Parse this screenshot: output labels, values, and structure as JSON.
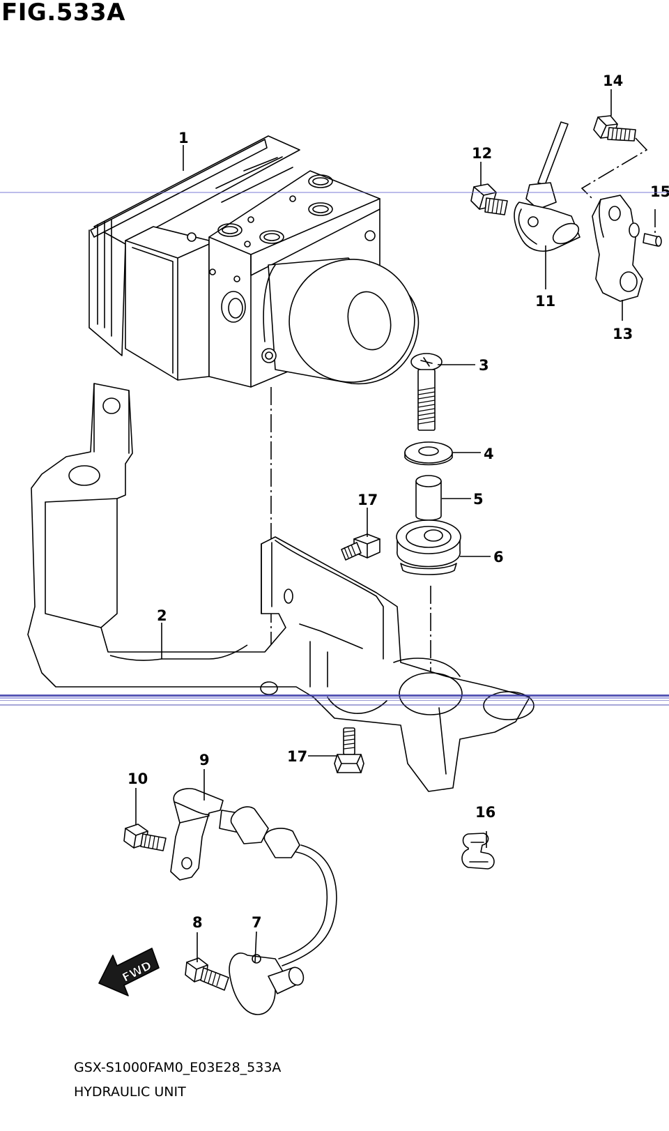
{
  "figure": {
    "title": "FIG.533A",
    "model_code": "GSX-S1000FAM0_E03E28_533A",
    "section_title": "HYDRAULIC UNIT",
    "direction_label": "FWD"
  },
  "callouts": [
    {
      "id": "c1",
      "label": "1",
      "part": "hydraulic-unit"
    },
    {
      "id": "c2",
      "label": "2",
      "part": "bracket"
    },
    {
      "id": "c3",
      "label": "3",
      "part": "bolt"
    },
    {
      "id": "c4",
      "label": "4",
      "part": "washer"
    },
    {
      "id": "c5",
      "label": "5",
      "part": "spacer"
    },
    {
      "id": "c6",
      "label": "6",
      "part": "cushion"
    },
    {
      "id": "c7",
      "label": "7",
      "part": "rear-wheel-sensor"
    },
    {
      "id": "c8",
      "label": "8",
      "part": "bolt"
    },
    {
      "id": "c9",
      "label": "9",
      "part": "sensor-clamp"
    },
    {
      "id": "c10",
      "label": "10",
      "part": "bolt"
    },
    {
      "id": "c11",
      "label": "11",
      "part": "front-wheel-sensor"
    },
    {
      "id": "c12",
      "label": "12",
      "part": "bolt"
    },
    {
      "id": "c13",
      "label": "13",
      "part": "sensor-bracket"
    },
    {
      "id": "c14",
      "label": "14",
      "part": "bolt"
    },
    {
      "id": "c15",
      "label": "15",
      "part": "dowel-pin"
    },
    {
      "id": "c16",
      "label": "16",
      "part": "clamp"
    },
    {
      "id": "c17a",
      "label": "17",
      "part": "bolt"
    },
    {
      "id": "c17b",
      "label": "17",
      "part": "bolt"
    }
  ],
  "colors": {
    "line": "#000000",
    "scan_artifact": "#3a3aa8",
    "background": "#ffffff"
  }
}
